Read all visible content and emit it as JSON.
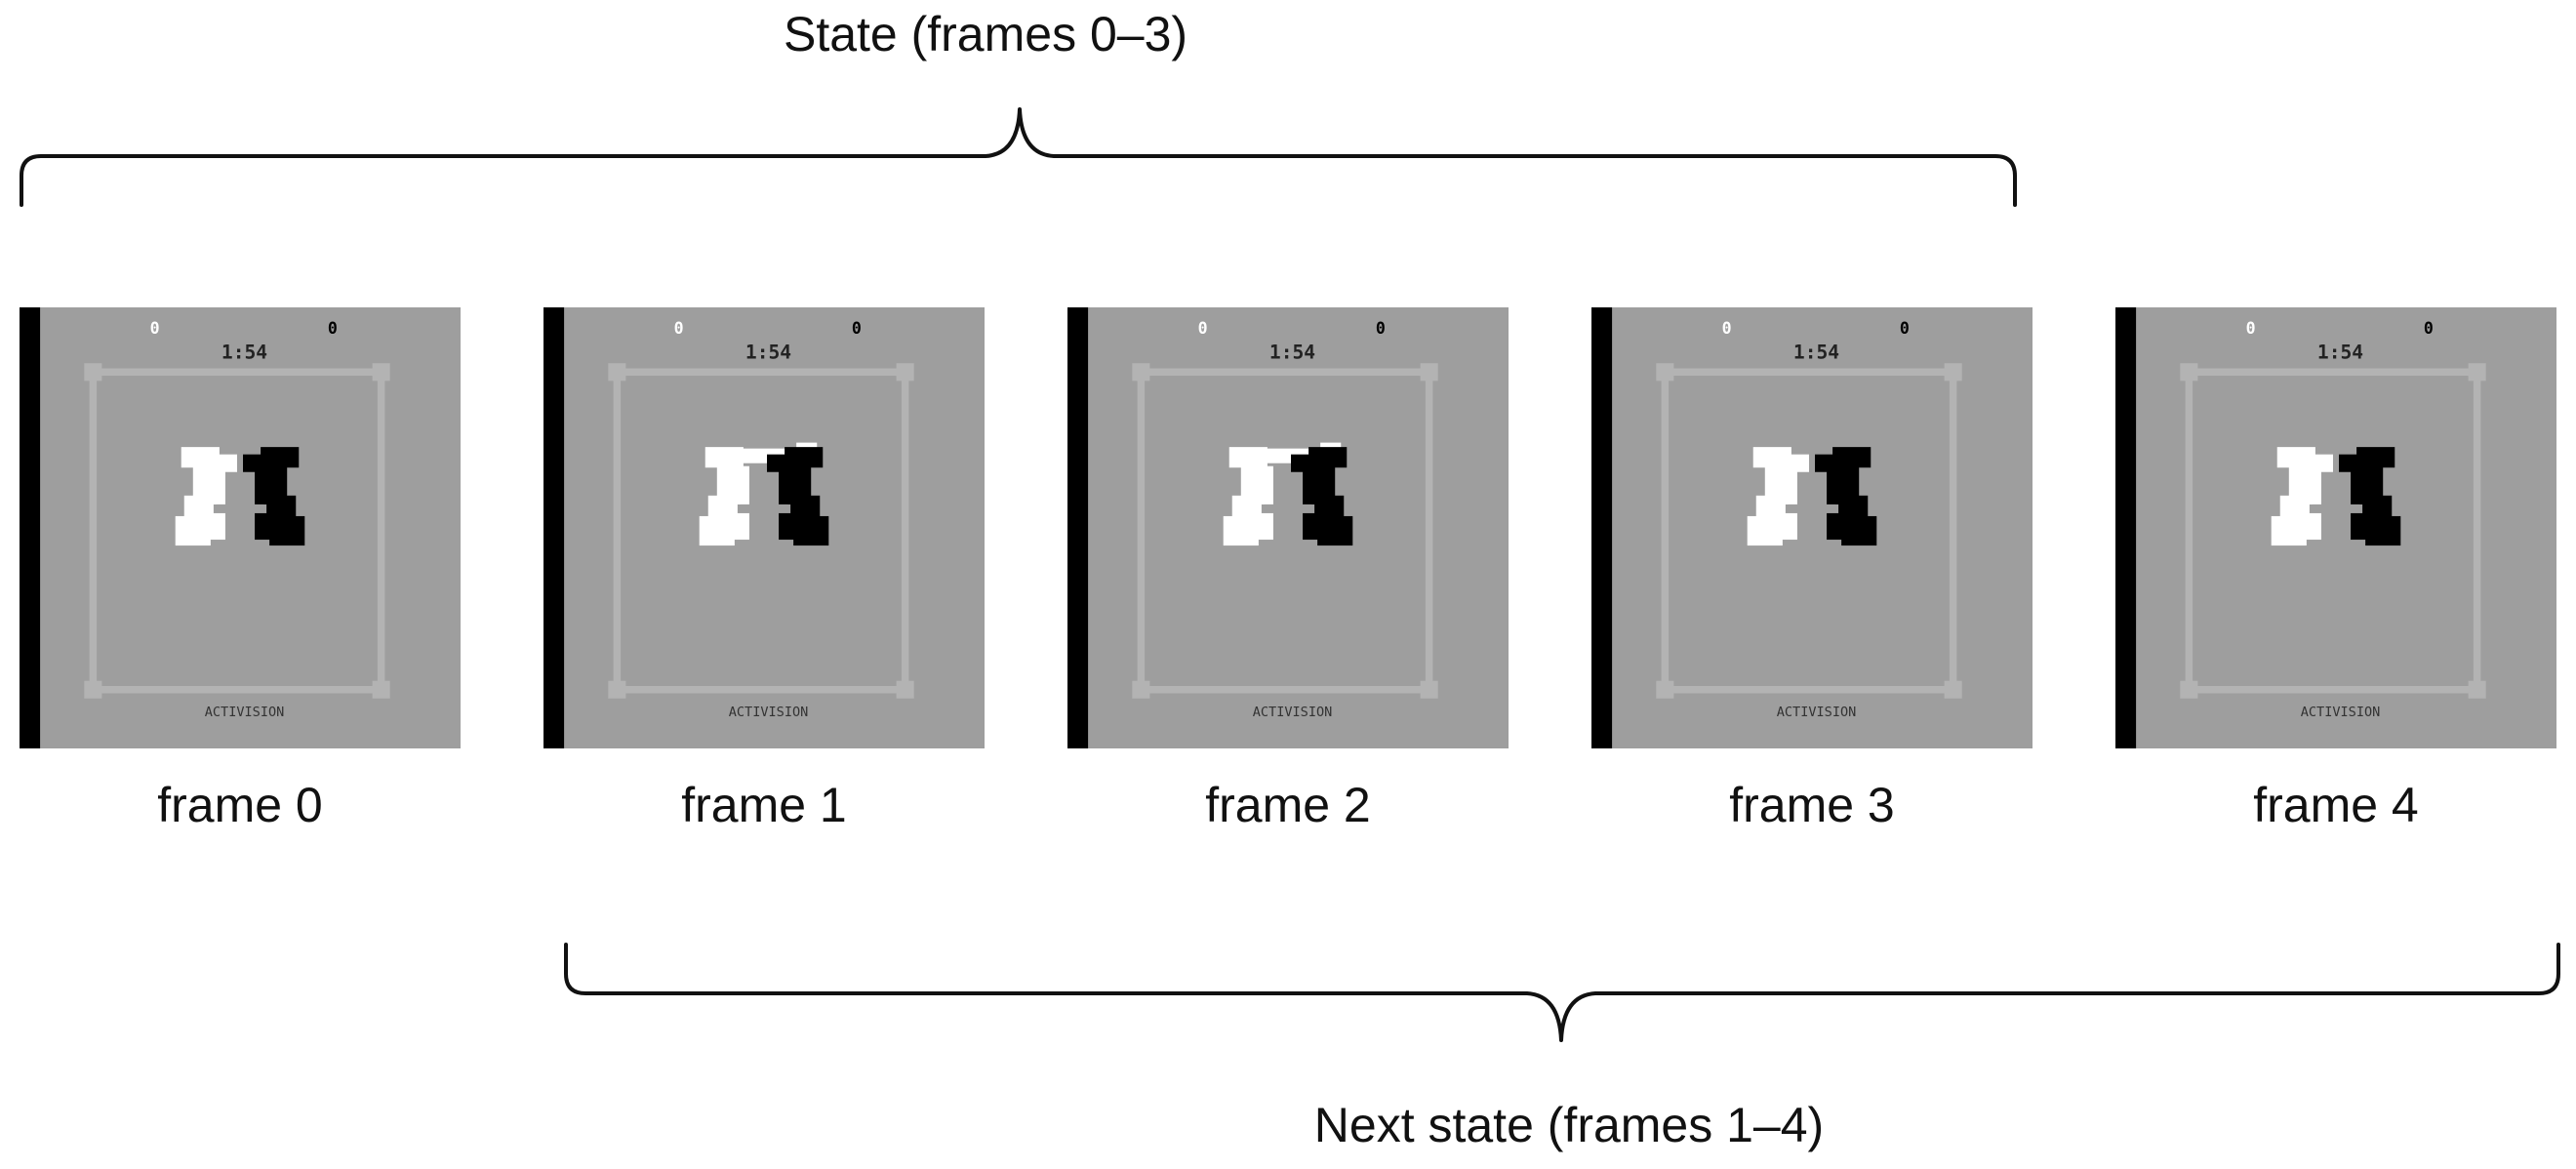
{
  "top_brace": {
    "label": "State (frames 0–3)"
  },
  "bottom_brace": {
    "label": "Next state (frames 1–4)"
  },
  "frames": [
    {
      "label": "frame 0",
      "white_boxer_pose": "guard",
      "black_boxer_pose": "guard"
    },
    {
      "label": "frame 1",
      "white_boxer_pose": "punch",
      "black_boxer_pose": "guard"
    },
    {
      "label": "frame 2",
      "white_boxer_pose": "punch",
      "black_boxer_pose": "guard"
    },
    {
      "label": "frame 3",
      "white_boxer_pose": "guard",
      "black_boxer_pose": "guard"
    },
    {
      "label": "frame 4",
      "white_boxer_pose": "guard",
      "black_boxer_pose": "guard"
    }
  ],
  "game_screen": {
    "score_left": "0",
    "score_right": "0",
    "clock": "1:54",
    "footer": "ACTIVISION"
  },
  "colors": {
    "background": "#9e9e9e",
    "ring": "#b3b3b3",
    "left_bar": "#000000",
    "white_boxer": "#ffffff",
    "black_boxer": "#000000",
    "ink": "#111111"
  }
}
